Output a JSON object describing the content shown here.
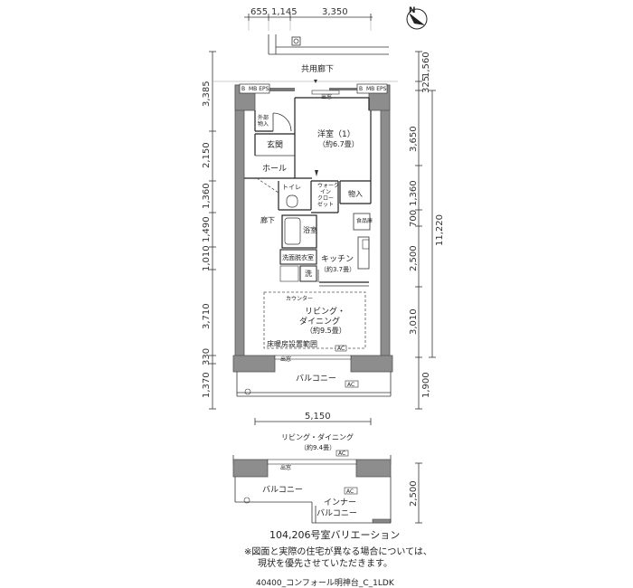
{
  "compass": {
    "north_label": "N"
  },
  "dimensions": {
    "top": [
      "655",
      "1,145",
      "3,350"
    ],
    "left": [
      "3,385",
      "2,150",
      "1,360",
      "1,490",
      "1,010",
      "3,710",
      "330",
      "1,370"
    ],
    "right": [
      "1,560",
      "325",
      "3,650",
      "1,360",
      "700",
      "2,500",
      "3,010",
      "1,900"
    ],
    "right_total": "11,220",
    "bottom": "5,150",
    "variation_right": "2,500"
  },
  "corridor": "共用廊下",
  "eps_labels": [
    "B",
    "MB EPS",
    "B",
    "MB EPS"
  ],
  "rooms": {
    "western_name": "洋室（1）",
    "western_size": "（約6.7畳）",
    "entrance": "玄関",
    "hall": "ホール",
    "outside_storage": [
      "外部",
      "物入"
    ],
    "toilet": "トイレ",
    "walkin": [
      "ウォーク",
      "イン",
      "クロー",
      "ゼット"
    ],
    "storage": "物入",
    "hallway": "廊下",
    "bath": "浴室",
    "food_storage": "食品庫",
    "kitchen_name": "キッチン",
    "kitchen_size": "（約3.7畳）",
    "washroom": "洗面脱衣室",
    "washer": "洗",
    "counter": "カウンター",
    "ld_line1": "リビング・",
    "ld_line2": "ダイニング",
    "ld_size": "（約9.5畳）",
    "floor_heating": "床暖房設置範囲",
    "balcony": "バルコニー",
    "ac": "AC",
    "window_label": "出窓"
  },
  "variation": {
    "ld_name": "リビング・ダイニング",
    "ld_size": "（約9.4畳）",
    "balcony": "バルコニー",
    "inner_balcony": [
      "インナー",
      "バルコニー"
    ],
    "ac": "AC",
    "window_label": "出窓",
    "caption": "104,206号室バリエーション"
  },
  "notes": [
    "※図面と実際の住宅が異なる場合については、",
    "現状を優先させていただきます。"
  ],
  "footer": "40400_コンフォール明神台_C_1LDK"
}
